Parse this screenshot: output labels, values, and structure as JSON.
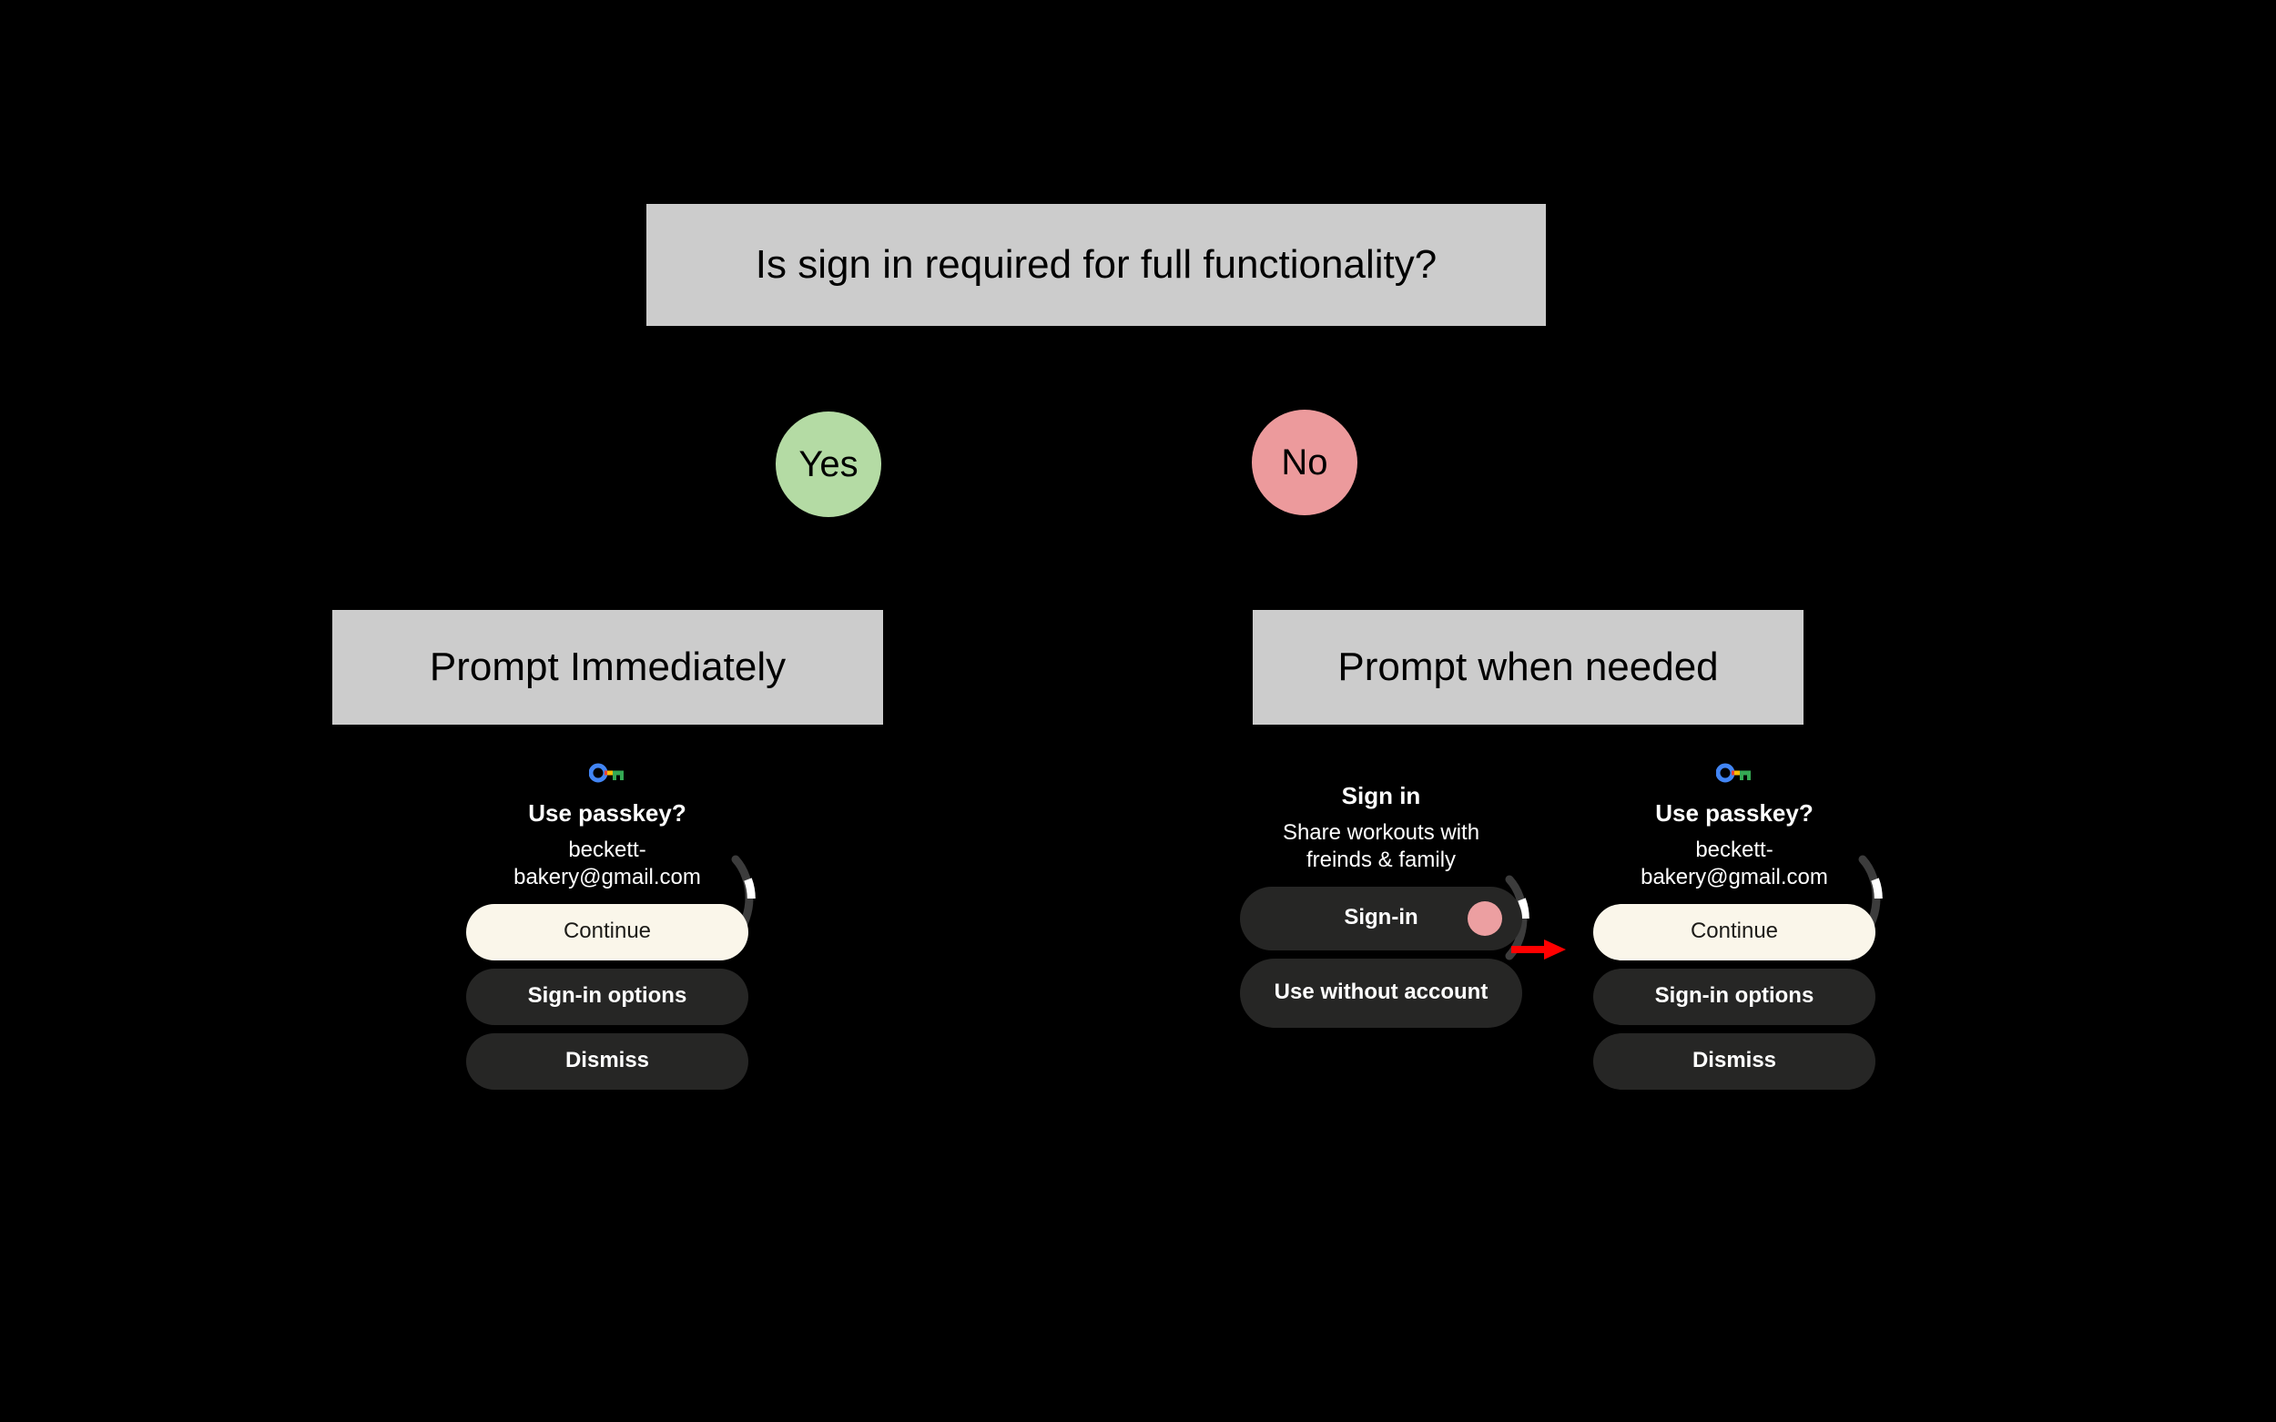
{
  "diagram": {
    "background_color": "#000000",
    "box_fill": "#CCCCCC",
    "box_text_color": "#000000",
    "question_box": {
      "label": "Is sign in required for full functionality?"
    },
    "branches": [
      {
        "decision_label": "Yes",
        "decision_color": "#B4DBA4",
        "outcome_label": "Prompt Immediately"
      },
      {
        "decision_label": "No",
        "decision_color": "#EC9A9C",
        "outcome_label": "Prompt when needed"
      }
    ]
  },
  "annotation": {
    "arrow_color": "#FF0000",
    "arrow_direction": "right"
  },
  "watch_screens": [
    {
      "id": "left-passkey",
      "icon": "google-passkey-icon",
      "title": "Use passkey?",
      "subtitle_line1": "beckett-",
      "subtitle_line2": "bakery@gmail.com",
      "buttons": [
        {
          "label": "Continue",
          "style": "primary"
        },
        {
          "label": "Sign-in options",
          "style": "secondary"
        },
        {
          "label": "Dismiss",
          "style": "secondary"
        }
      ],
      "scroll_indicator": true
    },
    {
      "id": "middle-signin",
      "icon": null,
      "title": "Sign in",
      "subtitle_line1": "Share workouts with",
      "subtitle_line2": "freinds & family",
      "buttons": [
        {
          "label": "Sign-in",
          "style": "secondary",
          "dot_color": "#EC9FA1"
        },
        {
          "label": "Use without account",
          "style": "secondary"
        }
      ],
      "scroll_indicator": true
    },
    {
      "id": "right-passkey",
      "icon": "google-passkey-icon",
      "title": "Use passkey?",
      "subtitle_line1": "beckett-",
      "subtitle_line2": "bakery@gmail.com",
      "buttons": [
        {
          "label": "Continue",
          "style": "primary"
        },
        {
          "label": "Sign-in options",
          "style": "secondary"
        },
        {
          "label": "Dismiss",
          "style": "secondary"
        }
      ],
      "scroll_indicator": true
    }
  ],
  "colors": {
    "button_primary_bg": "#FAF6EA",
    "button_primary_text": "#1C1B18",
    "button_secondary_bg": "#262625",
    "button_secondary_text": "#FFFFFF",
    "passkey_blue": "#4285F4",
    "passkey_red": "#EA4335",
    "passkey_yellow": "#FBBC04",
    "passkey_green": "#34A853",
    "scroll_track": "#3C3C3C",
    "scroll_thumb": "#FFFFFF"
  }
}
